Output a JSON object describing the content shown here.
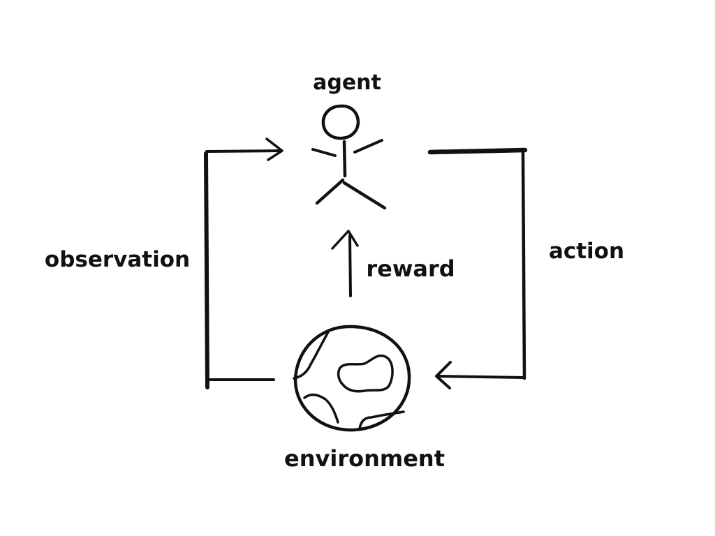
{
  "labels": {
    "agent": "agent",
    "observation": "observation",
    "reward": "reward",
    "action": "action",
    "environment": "environment"
  },
  "icons": {
    "agent": "stick-figure-icon",
    "environment": "globe-icon"
  },
  "colors": {
    "ink": "#111111",
    "background": "#ffffff"
  }
}
